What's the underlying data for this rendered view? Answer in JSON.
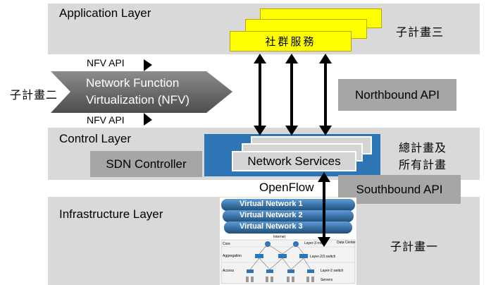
{
  "layers": {
    "application": "Application Layer",
    "control": "Control Layer",
    "infrastructure": "Infrastructure Layer"
  },
  "subprojects": {
    "one": "子計畫一",
    "two": "子計畫二",
    "three": "子計畫三",
    "main_line1": "總計畫及",
    "main_line2": "所有計畫"
  },
  "nfv": {
    "line1": "Network Function",
    "line2": "Virtualization (NFV)",
    "api_top": "NFV API",
    "api_bottom": "NFV API"
  },
  "social_service": "社群服務",
  "apis": {
    "northbound": "Northbound API",
    "southbound": "Southbound API",
    "openflow": "OpenFlow"
  },
  "sdn_controller": "SDN Controller",
  "network_services": "Network Services",
  "virtual_networks": [
    "Virtual Network 1",
    "Virtual Network 2",
    "Virtual Network 3"
  ],
  "datacenter": {
    "internet": "Internet",
    "core": "Core",
    "aggregation": "Aggregation",
    "access": "Access",
    "data_center": "Data Center",
    "layer3_router": "Layer-3 router",
    "layer23_switch": "Layer-2/3 switch",
    "layer2_switch": "Layer-2 switch",
    "servers": "Servers"
  },
  "colors": {
    "band": "#d9d9d9",
    "gray_box": "#a6a6a6",
    "yellow": "#ffff00",
    "blue": "#2e75b6",
    "nfv_arrow": "#6b6b6b"
  }
}
